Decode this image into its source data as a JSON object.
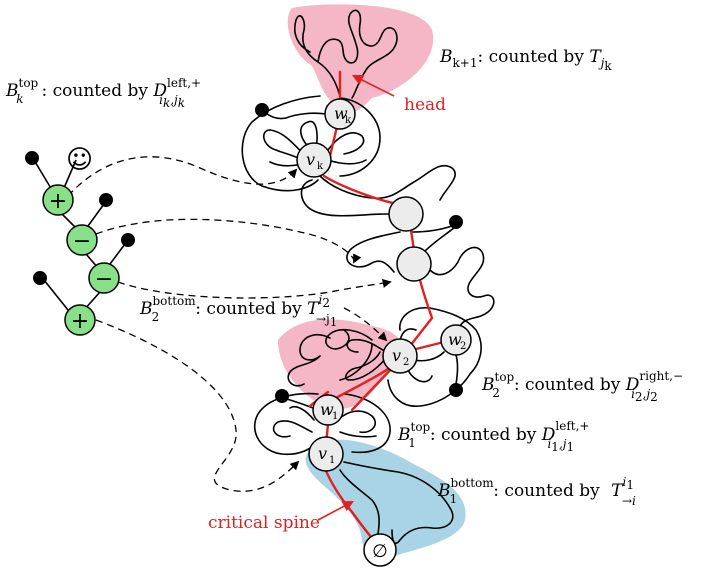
{
  "labels": {
    "bk1": {
      "name": "B",
      "sub": "k+1",
      "text": ": counted by ",
      "op": "T",
      "op_sub": "j",
      "op_subsub": "k"
    },
    "bktop": {
      "name": "B",
      "sup": "top",
      "sub": "k",
      "text": ": counted by ",
      "op": "D",
      "op_sup": "left,+",
      "op_sub": "i",
      "op_subsub1": "k",
      "op_sub2": ",j",
      "op_subsub2": "k"
    },
    "b2bottom": {
      "name": "B",
      "sup": "bottom",
      "sub": "2",
      "text": ": counted by ",
      "op": "T",
      "op_sup": "i",
      "op_supsub": "2",
      "op_sub": "→j",
      "op_subsub": "1"
    },
    "b2top": {
      "name": "B",
      "sup": "top",
      "sub": "2",
      "text": ": counted by ",
      "op": "D",
      "op_sup": "right,−",
      "op_sub": "i",
      "op_subsub1": "2",
      "op_sub2": ",j",
      "op_subsub2": "2"
    },
    "b1top": {
      "name": "B",
      "sup": "top",
      "sub": "1",
      "text": ": counted by ",
      "op": "D",
      "op_sup": "left,+",
      "op_sub": "i",
      "op_subsub1": "1",
      "op_sub2": ",j",
      "op_subsub2": "1"
    },
    "b1bottom": {
      "name": "B",
      "sup": "bottom",
      "sub": "1",
      "text": ": counted by ",
      "op": "T",
      "op_sup": "i",
      "op_supsub": "1",
      "op_sub": "→i"
    }
  },
  "annotations": {
    "head": "head",
    "critical_spine": "critical spine"
  },
  "nodes": {
    "wk": {
      "name": "w",
      "sub": "k"
    },
    "vk": {
      "name": "v",
      "sub": "k"
    },
    "v2": {
      "name": "v",
      "sub": "2"
    },
    "w2": {
      "name": "w",
      "sub": "2"
    },
    "w1": {
      "name": "w",
      "sub": "1"
    },
    "v1": {
      "name": "v",
      "sub": "1"
    },
    "root": "∅"
  },
  "signs": [
    "+",
    "−",
    "−",
    "+"
  ],
  "smiley": "☺",
  "colors": {
    "spine": "#e32020",
    "pink": "#f5b6c6",
    "blue": "#a9d4e6",
    "green": "#88e088",
    "node": "#ececec"
  }
}
